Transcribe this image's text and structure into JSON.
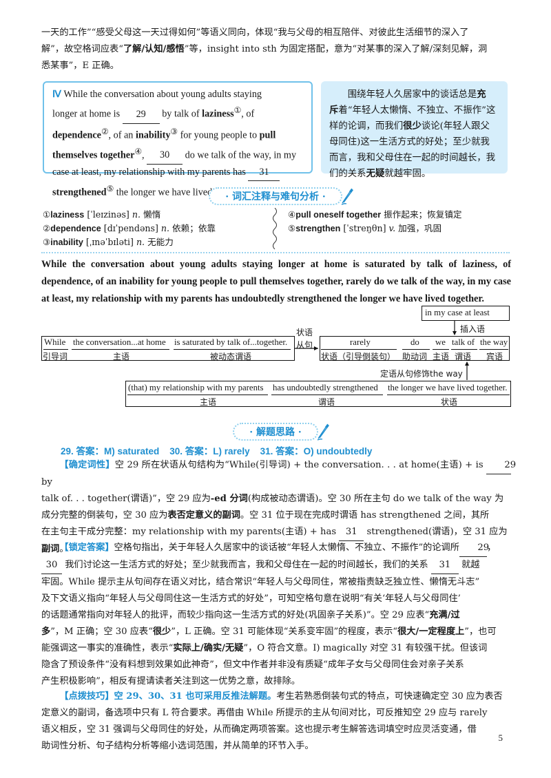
{
  "intro": {
    "line1": "一天的工作”“感受父母这一天过得如何”等语义同向，体现“我与父母的相互陪伴、对彼此生活细节的深入了",
    "line2_a": "解”，故空格词应表“",
    "line2_bold": "了解/认知/感悟",
    "line2_b": "”等，insight into sth 为固定搭配，意为“对某事的深入了解/深刻见解，洞",
    "line3": "悉某事”，E 正确。"
  },
  "passage": {
    "numeral": "Ⅳ",
    "t1": " While the conversation about young adults staying",
    "t2": "longer at home is",
    "blank29": "29",
    "t3": "by talk of",
    "w_laziness": "laziness",
    "sup1": "①",
    "t4": ", of",
    "w_dependence": "dependence",
    "sup2": "②",
    "t5": ", of an",
    "w_inability": "inability",
    "sup3": "③",
    "t6": "for young people to",
    "w_pull": "pull",
    "w_pull2": "themselves together",
    "sup4": "④",
    "t7": ",",
    "blank30": "30",
    "t8": "do we talk of the way, in my",
    "t9": "case at least, my relationship with my parents has",
    "blank31": "31",
    "w_strengthened": "strengthened",
    "sup5": "⑤",
    "t10": " the longer we have lived together."
  },
  "translation": {
    "l1_a": "围绕年轻人久居家中的谈话总是",
    "l1_b": "充",
    "l2_a": "斥",
    "l2_b": "着“年轻人太懒惰、不独立、不振作”这",
    "l3": "样的论调，而我们",
    "l3_b": "很少",
    "l3_c": "谈论(年轻人跟父",
    "l4": "母同住)这一生活方式的好处；至少就我",
    "l5": "而言，我和父母住在一起的时间越长，我",
    "l6_a": "们的关系",
    "l6_b": "无疑",
    "l6_c": "就越牢固。"
  },
  "sections": {
    "vocab_title": "· 词汇注释与难句分析 ·",
    "solve_title": "· 解题思路 ·"
  },
  "vocab": [
    {
      "num": "①",
      "word": "laziness",
      "ipa": "[ˈleɪzinəs]",
      "pos": "n.",
      "meaning": "懒惰"
    },
    {
      "num": "②",
      "word": "dependence",
      "ipa": "[dɪˈpendəns]",
      "pos": "n.",
      "meaning": "依赖；依靠"
    },
    {
      "num": "③",
      "word": "inability",
      "ipa": "[ˌɪnəˈbɪləti]",
      "pos": "n.",
      "meaning": "无能力"
    },
    {
      "num": "④",
      "word": "pull oneself together",
      "ipa": "",
      "pos": "",
      "meaning": "振作起来；恢复镇定"
    },
    {
      "num": "⑤",
      "word": "strengthen",
      "ipa": "[ˈstreŋθn]",
      "pos": "v.",
      "meaning": "加强，巩固"
    }
  ],
  "sentence": "While the conversation about young adults staying longer at home is saturated by talk of laziness, of dependence, of an inability for young people to pull themselves together, rarely do we talk of the way, in my case at least, my relationship with my parents has undoubtedly strengthened the longer we have lived together.",
  "diagram": {
    "while": "While",
    "conv": "the conversation...at home",
    "satur": "is saturated by talk of...together.",
    "lbl_guide": "引导词",
    "lbl_subj": "主语",
    "lbl_passive": "被动态谓语",
    "lbl_adv1": "状语",
    "lbl_adv2": "从句",
    "rarely": "rarely",
    "do": "do",
    "we": "we",
    "talk": "talk of",
    "way": "the way",
    "lbl_adv_inv": "状语（引导倒装句）",
    "lbl_aux": "助动词",
    "lbl_subj2": "主语",
    "lbl_pred": "谓语",
    "lbl_obj": "宾语",
    "case": "in my case at least",
    "lbl_insert": "插入语",
    "lbl_attr": "定语从句修饰the way",
    "that_rel": "(that) my relationship with my parents",
    "has_str": "has undoubtedly strengthened",
    "longer": "the longer we have lived together.",
    "lbl_subj3": "主语",
    "lbl_pred3": "谓语",
    "lbl_adv3": "状语"
  },
  "answers": "29. 答案：M) saturated    30. 答案：L) rarely    31. 答案：O) undoubtedly",
  "para1": {
    "tag": "【确定词性】",
    "l1_a": "空 29 所在状语从句结构为“While(引导词) + the conversation. . . at home(主语) + is",
    "blank29": "29",
    "l1_b": "by",
    "l2_a": "talk of. . . together(谓语)”，空 29 应为",
    "l2_bold": "-ed 分词",
    "l2_b": "(构成被动态谓语)。空 30 所在主句 do we talk of the way 为",
    "l3_a": "成分完整的倒装句，空 30 应为",
    "l3_bold": "表否定意义的副词",
    "l3_b": "。空 31 位于现在完成时谓语 has strengthened 之间，其所",
    "l4_a": "在主句主干成分完整：my relationship with my parents(主语) + has",
    "blank31": "31",
    "l4_b": "strengthened(谓语)，空 31 应为",
    "l5_bold": "副词",
    "l5_b": "。"
  },
  "para2": {
    "tag": "【锁定答案】",
    "l1": "空格句指出，关于年轻人久居家中的谈话被“年轻人太懒惰、不独立、不振作”的论调所",
    "blank29": "29",
    "l1_end": "，",
    "blank30": "30",
    "l2": "我们讨论这一生活方式的好处；至少就我而言，我和父母住在一起的时间越长，我们的关系",
    "blank31": "31",
    "l2_end": "就越",
    "l3": "牢固。While 提示主从句间存在语义对比，结合常识“年轻人与父母同住，常被指责缺乏独立性、懒惰无斗志”",
    "l4": "及下文语义指向“年轻人与父母同住这一生活方式的好处”，可知空格句意在说明“有关‘年轻人与父母同住’",
    "l5_a": "的话题通常指向对年轻人的批评，而较少指向这一生活方式的好处(巩固亲子关系)”。空 29 应表“",
    "l5_bold": "充满/过",
    "l6_bold": "多",
    "l6_a": "”，M 正确；空 30 应表“",
    "l6_bold2": "很少",
    "l6_b": "”，L 正确。空 31 可能体现“关系变牢固”的程度，表示“",
    "l6_bold3": "很大/一定程度上",
    "l6_c": "”，也可",
    "l7_a": "能强调这一事实的准确性，表示“",
    "l7_bold": "实际上/确实/无疑",
    "l7_b": "”，O 符合文意。I) magically 对空 31 有较强干扰。但该词",
    "l8": "隐含了预设条件“没有料想到效果如此神奇”，但文中作者并非没有质疑“成年子女与父母同住会对亲子关系",
    "l9": "产生积极影响”，相反有提请读者关注到这一优势之意，故排除。"
  },
  "para3": {
    "tag": "【点拨技巧】",
    "l1_blue": "空 29、30、31 也可采用反推法解题。",
    "l1_b": "考生若熟悉倒装句式的特点，可快速确定空 30 应为表否",
    "l2": "定意义的副词，备选项中只有 L 符合要求。再借由 While 所提示的主从句间对比，可反推知空 29 应与 rarely",
    "l3": "语义相反，空 31 强调与父母同住的好处，从而确定两项答案。这也提示考生解答选词填空时应灵活变通，借",
    "l4": "助词性分析、句子结构分析等缩小选词范围，并从简单的环节入手。"
  },
  "page_number": "5",
  "colors": {
    "accent": "#1f8fd0",
    "box_border": "#6fc1ea",
    "box_fill": "#d6eefb"
  }
}
